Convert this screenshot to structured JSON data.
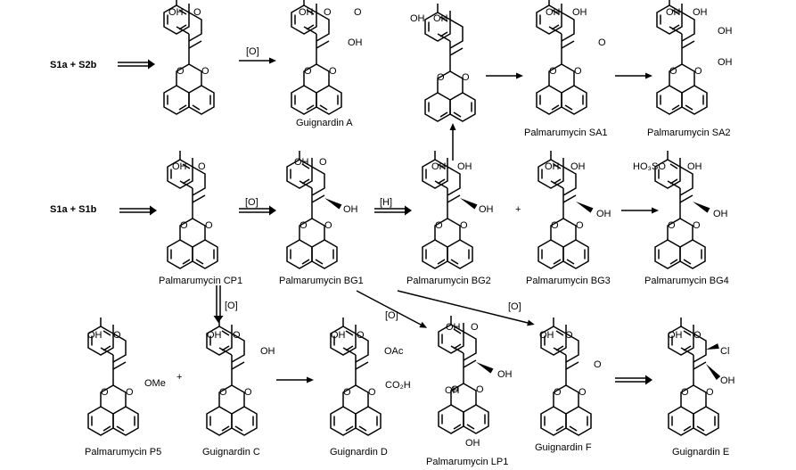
{
  "colors": {
    "ink": "#000000",
    "background": "#ffffff"
  },
  "reactants": {
    "top": "S1a + S2b",
    "middle": "S1a + S1b"
  },
  "reagents": {
    "ox1": "[O]",
    "ox2": "[O]",
    "h": "[H]",
    "ox3": "[O]",
    "ox4": "[O]",
    "ox5": "[O]"
  },
  "plus_signs": [
    "+",
    "+"
  ],
  "compounds": {
    "guignardin_a": "Guignardin A",
    "palmarumycin_sa1": "Palmarumycin SA1",
    "palmarumycin_sa2": "Palmarumycin SA2",
    "palmarumycin_cp1": "Palmarumycin CP1",
    "palmarumycin_bg1": "Palmarumycin BG1",
    "palmarumycin_bg2": "Palmarumycin BG2",
    "palmarumycin_bg3": "Palmarumycin BG3",
    "palmarumycin_bg4": "Palmarumycin BG4",
    "palmarumycin_p5": "Palmarumycin P5",
    "guignardin_c": "Guignardin C",
    "guignardin_d": "Guignardin D",
    "palmarumycin_lp1": "Palmarumycin LP1",
    "guignardin_f": "Guignardin F",
    "guignardin_e": "Guignardin E"
  },
  "atoms": {
    "oh": "OH",
    "o": "O",
    "ome": "OMe",
    "oac": "OAc",
    "co2h": "CO₂H",
    "cl": "Cl",
    "ho3so": "HO₃SO"
  }
}
